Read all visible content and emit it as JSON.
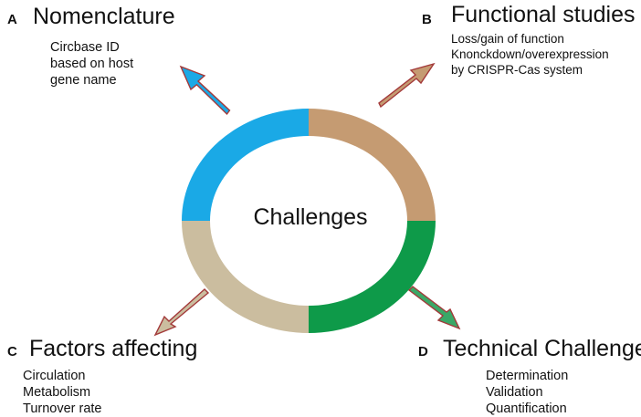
{
  "center_label": "Challenges",
  "colors": {
    "blue": "#1aa9e6",
    "tan": "#c59b72",
    "green": "#0e9a49",
    "beige": "#cbbd9f",
    "arrow_outline": "#a33a3a"
  },
  "panels": {
    "a": {
      "letter": "A",
      "title": "Nomenclature",
      "items": [
        "Circbase ID",
        "based on host",
        "gene name"
      ],
      "arrow_color": "#1aa9e6"
    },
    "b": {
      "letter": "B",
      "title": "Functional studies",
      "items": [
        "Loss/gain of function",
        "Knonckdown/overexpression",
        "by CRISPR-Cas system"
      ],
      "arrow_color": "#c59b72"
    },
    "c": {
      "letter": "C",
      "title": "Factors affecting",
      "items": [
        "Circulation",
        "Metabolism",
        "Turnover rate"
      ],
      "arrow_color": "#cbbd9f"
    },
    "d": {
      "letter": "D",
      "title": "Technical Challenges",
      "items": [
        "Determination",
        "Validation",
        "Quantification"
      ],
      "arrow_color": "#3aa867"
    }
  }
}
